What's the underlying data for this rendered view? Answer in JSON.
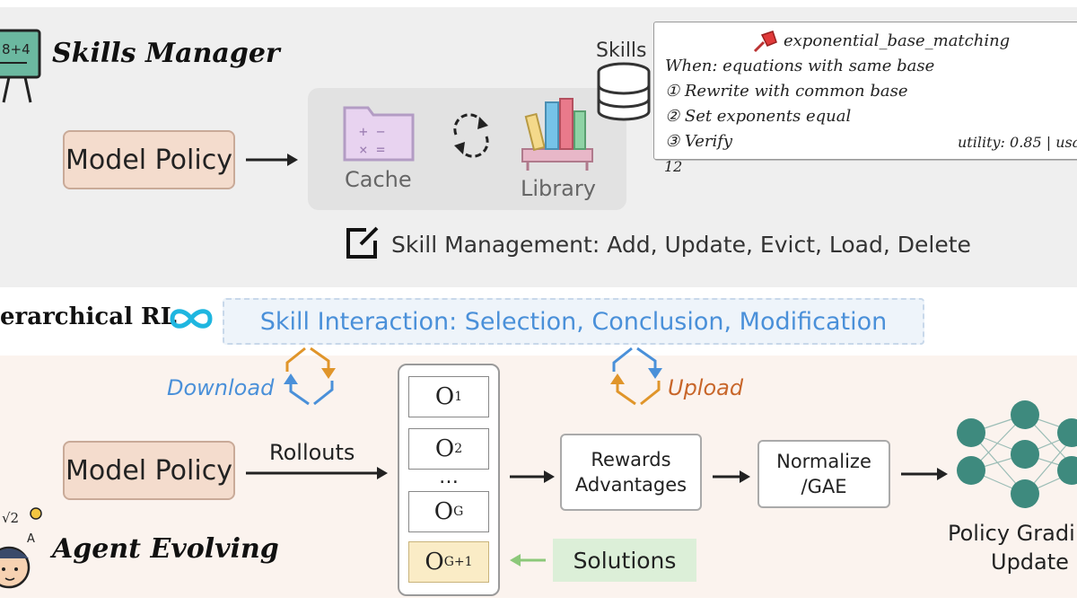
{
  "skills_manager": {
    "title": "Skills Manager",
    "model_policy": "Model Policy",
    "cache_label": "Cache",
    "library_label": "Library",
    "skills_label": "Skills",
    "management_text": "Skill Management: Add, Update, Evict, Load, Delete",
    "skill_card": {
      "name": "exponential_base_matching",
      "when": "When: equations with same base",
      "step1": "① Rewrite with common base",
      "step2": "② Set exponents equal",
      "step3": "③ Verify",
      "meta": "utility: 0.85 | usa",
      "overflow": "12"
    }
  },
  "hierarchical": {
    "label": "erarchical RL",
    "interaction": "Skill Interaction: Selection, Conclusion, Modification"
  },
  "agent": {
    "title": "Agent Evolving",
    "model_policy": "Model Policy",
    "rollouts": "Rollouts",
    "download": "Download",
    "upload": "Upload",
    "o1": "O",
    "o1_sub": "1",
    "o2": "O",
    "o2_sub": "2",
    "dots": "…",
    "og": "O",
    "og_sub": "G",
    "og1": "O",
    "og1_sub": "G+1",
    "rewards_line1": "Rewards",
    "rewards_line2": "Advantages",
    "normalize_line1": "Normalize",
    "normalize_line2": "/GAE",
    "solutions": "Solutions",
    "gradient_line1": "Policy Gradi",
    "gradient_line2": "Update",
    "blackboard_text": "8+4",
    "sqrt_text": "√2"
  },
  "colors": {
    "blue": "#4a90d9",
    "orange": "#e0952a",
    "upload_text": "#c8662a",
    "green_arrow": "#8cc87a",
    "node_teal": "#3e8a7e",
    "cyan_infinity": "#1fb6e0"
  }
}
